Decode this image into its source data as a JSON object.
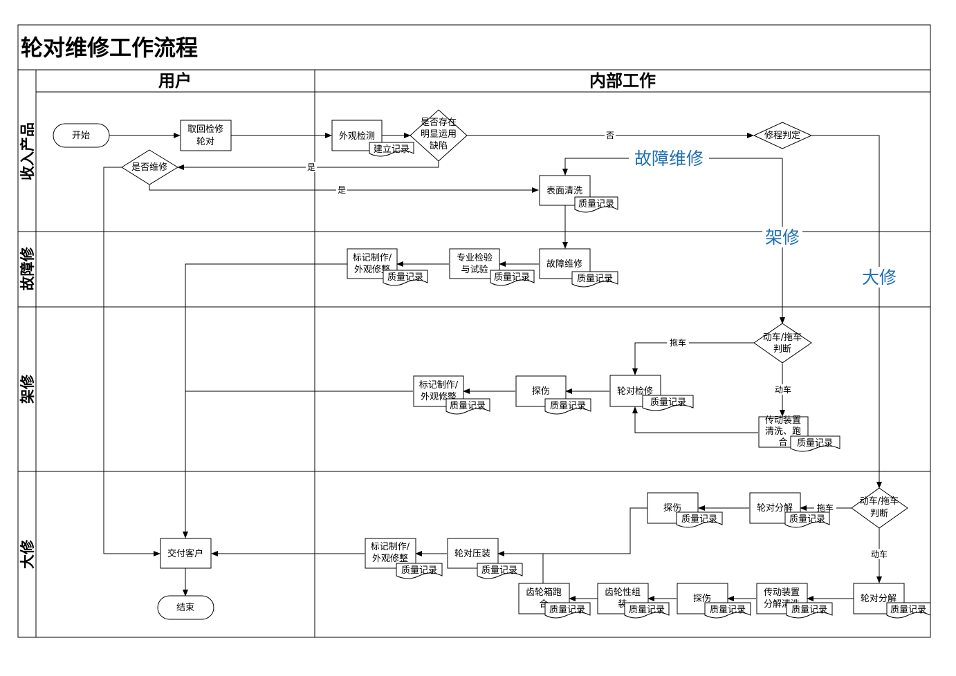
{
  "title": "轮对维修工作流程",
  "columns": {
    "user": "用户",
    "internal": "内部工作"
  },
  "lanes": {
    "receive": "收入产品",
    "fault": "故障修",
    "frame": "架修",
    "overhaul": "大修"
  },
  "nodes": {
    "start": "开始",
    "retrieve": [
      "取回检修",
      "轮对"
    ],
    "visual_inspect": "外观检测",
    "doc_create": "建立记录",
    "defect_q": [
      "是否存在",
      "明显运用",
      "缺陷"
    ],
    "repair_q": "是否维修",
    "judge": "修程判定",
    "surface_clean": "表面清洗",
    "fault_repair": "故障维修",
    "pro_inspect": [
      "专业检验",
      "与试验"
    ],
    "mark_fault": [
      "标记制作/",
      "外观修整"
    ],
    "motor_q1": [
      "动车/拖车",
      "判断"
    ],
    "wheel_inspect": "轮对检修",
    "flaw_frame": "探伤",
    "mark_frame": [
      "标记制作/",
      "外观修整"
    ],
    "drive_clean_frame": [
      "传动装置",
      "清洗、跑",
      "合"
    ],
    "motor_q2": [
      "动车/拖车",
      "判断"
    ],
    "disassemble_1": "轮对分解",
    "flaw_ov1": "探伤",
    "disassemble_2": "轮对分解",
    "drive_clean_ov": [
      "传动装置",
      "分解清洗"
    ],
    "flaw_ov2": "探伤",
    "gear_assemble": [
      "齿轮性组",
      "装"
    ],
    "gearbox_run": [
      "齿轮箱跑",
      "合"
    ],
    "press_fit": "轮对压装",
    "mark_ov": [
      "标记制作/",
      "外观修整"
    ],
    "deliver": "交付客户",
    "end": "结束"
  },
  "doc_label": "质量记录",
  "edge_labels": {
    "yes": "是",
    "no": "否",
    "trailer": "拖车",
    "motor": "动车"
  },
  "category_labels": {
    "fault": "故障维修",
    "frame": "架修",
    "overhaul": "大修"
  },
  "colors": {
    "accent": "#1f6fb5"
  }
}
